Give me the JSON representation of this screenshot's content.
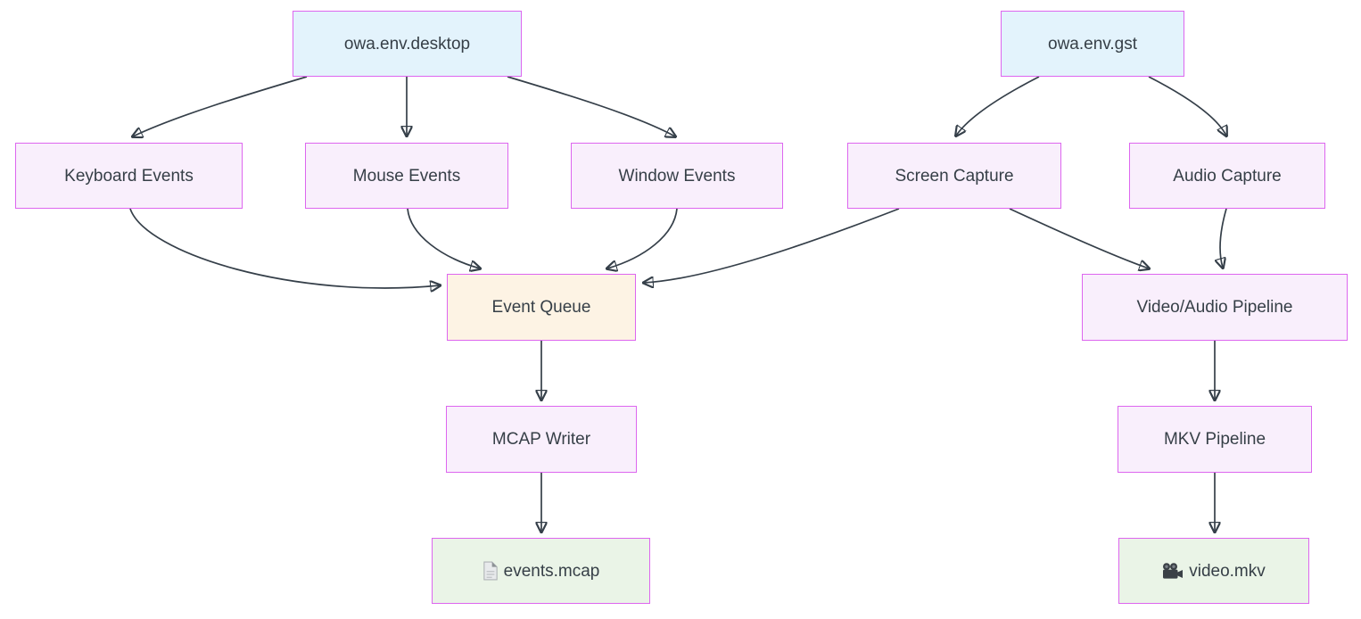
{
  "diagram": {
    "type": "flowchart",
    "background": "#ffffff",
    "colors": {
      "source_fill": "#e3f3fc",
      "process_fill": "#f9effc",
      "queue_fill": "#fdf3e4",
      "output_fill": "#eaf4e7",
      "node_border": "#dd66ef",
      "edge_stroke": "#353f49",
      "text": "#363f47"
    },
    "nodes": {
      "owa_env_desktop": {
        "label": "owa.env.desktop"
      },
      "owa_env_gst": {
        "label": "owa.env.gst"
      },
      "keyboard_events": {
        "label": "Keyboard Events"
      },
      "mouse_events": {
        "label": "Mouse Events"
      },
      "window_events": {
        "label": "Window Events"
      },
      "screen_capture": {
        "label": "Screen Capture"
      },
      "audio_capture": {
        "label": "Audio Capture"
      },
      "event_queue": {
        "label": "Event Queue"
      },
      "video_audio_pipeline": {
        "label": "Video/Audio Pipeline"
      },
      "mcap_writer": {
        "label": "MCAP Writer"
      },
      "mkv_pipeline": {
        "label": "MKV Pipeline"
      },
      "events_mcap": {
        "label": "events.mcap",
        "icon": "document-icon"
      },
      "video_mkv": {
        "label": "video.mkv",
        "icon": "movie-camera-icon"
      }
    },
    "edges": [
      {
        "from": "owa.env.desktop",
        "to": "Keyboard Events"
      },
      {
        "from": "owa.env.desktop",
        "to": "Mouse Events"
      },
      {
        "from": "owa.env.desktop",
        "to": "Window Events"
      },
      {
        "from": "owa.env.gst",
        "to": "Screen Capture"
      },
      {
        "from": "owa.env.gst",
        "to": "Audio Capture"
      },
      {
        "from": "Keyboard Events",
        "to": "Event Queue"
      },
      {
        "from": "Mouse Events",
        "to": "Event Queue"
      },
      {
        "from": "Window Events",
        "to": "Event Queue"
      },
      {
        "from": "Screen Capture",
        "to": "Event Queue"
      },
      {
        "from": "Screen Capture",
        "to": "Video/Audio Pipeline"
      },
      {
        "from": "Audio Capture",
        "to": "Video/Audio Pipeline"
      },
      {
        "from": "Event Queue",
        "to": "MCAP Writer"
      },
      {
        "from": "Video/Audio Pipeline",
        "to": "MKV Pipeline"
      },
      {
        "from": "MCAP Writer",
        "to": "events.mcap"
      },
      {
        "from": "MKV Pipeline",
        "to": "video.mkv"
      }
    ]
  }
}
